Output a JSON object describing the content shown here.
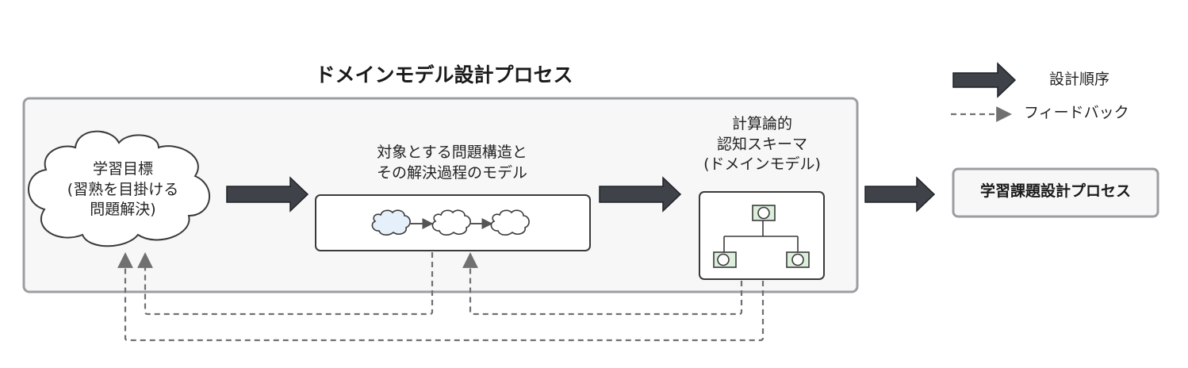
{
  "title": "ドメインモデル設計プロセス",
  "cloud": {
    "line1": "学習目標",
    "line2": "(習熟を目掛ける",
    "line3": "問題解決)"
  },
  "model_box": {
    "line1": "対象とする問題構造と",
    "line2": "その解決過程のモデル"
  },
  "schema": {
    "line1": "計算論的",
    "line2": "認知スキーマ",
    "line3": "(ドメインモデル)"
  },
  "output_box": {
    "label": "学習課題設計プロセス"
  },
  "legend": {
    "solid": "設計順序",
    "dashed": "フィードバック"
  },
  "colors": {
    "frame_stroke": "#9b9da1",
    "frame_fill": "#f7f7f7",
    "arrow_fill": "#3f4349",
    "dashed": "#707070",
    "mini_cloud_fill": "#e6f0fb",
    "node_fill": "#dcefdc"
  }
}
